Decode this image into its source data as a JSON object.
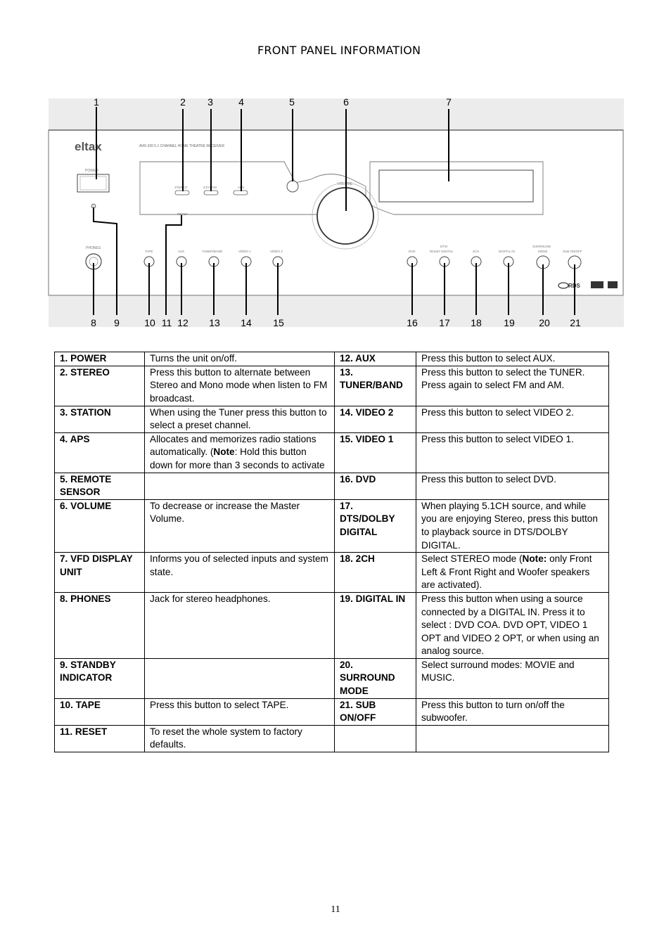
{
  "page": {
    "title": "FRONT PANEL INFORMATION",
    "page_number": "11"
  },
  "panel": {
    "brand": "eltax",
    "model": "AVR-320  5.1 CHANNEL HOME THEATRE RECEIVER",
    "labels": {
      "power": "POWER",
      "stereo": "STEREO",
      "station": "STATION",
      "aps": "APS",
      "reset": "RESET",
      "volume": "VOLUME",
      "phones": "PHONES",
      "tape": "TAPE",
      "aux": "AUX",
      "tuner_band": "TUNER/BAND",
      "video1": "VIDEO 1",
      "video2": "VIDEO 2",
      "dvd": "DVD",
      "dts_line1": "DTS/",
      "dts_line2": "DOLBY DIGITAL",
      "two_ch": "2CH",
      "digital_in": "DIGITAL IN",
      "surround_line1": "SURROUND",
      "surround_line2": "MODE",
      "sub": "SUB ON/OFF",
      "rds": "RDS"
    },
    "callouts": [
      "1",
      "2",
      "3",
      "4",
      "5",
      "6",
      "7",
      "8",
      "9",
      "10",
      "11",
      "12",
      "13",
      "14",
      "15",
      "16",
      "17",
      "18",
      "19",
      "20",
      "21"
    ]
  },
  "table": {
    "rows": [
      {
        "left_name": "1. POWER",
        "left_desc": "Turns the unit on/off.",
        "right_name": "12. AUX",
        "right_desc": "Press this button to select AUX."
      },
      {
        "left_name": "2. STEREO",
        "left_desc": "Press this button to alternate between Stereo and Mono mode when listen to FM broadcast.",
        "right_name": "13. TUNER/BAND",
        "right_desc": "Press this button to select the TUNER. Press again to select FM and AM."
      },
      {
        "left_name": "3. STATION",
        "left_desc": "When using the Tuner press this button to select a preset channel.",
        "right_name": "14. VIDEO 2",
        "right_desc": "Press this button to select VIDEO 2."
      },
      {
        "left_name": "4. APS",
        "left_desc_pre": "Allocates and memorizes radio stations automatically. (",
        "left_desc_bold": "Note",
        "left_desc_post": ": Hold this button down for more than 3 seconds to activate",
        "right_name": "15. VIDEO 1",
        "right_desc": "Press this button to select VIDEO 1."
      },
      {
        "left_name": "5. REMOTE SENSOR",
        "left_desc": "",
        "right_name": "16. DVD",
        "right_desc": "Press this button to select DVD."
      },
      {
        "left_name": "6. VOLUME",
        "left_desc": "To decrease or increase the Master Volume.",
        "right_name": "17. DTS/DOLBY DIGITAL",
        "right_desc": "When playing 5.1CH source, and while you are enjoying Stereo, press this button to playback source in DTS/DOLBY DIGITAL."
      },
      {
        "left_name": "7. VFD DISPLAY UNIT",
        "left_desc": "Informs you of selected inputs and system state.",
        "right_name": "18. 2CH",
        "right_desc_pre": "Select STEREO mode (",
        "right_desc_bold": "Note:",
        "right_desc_post": " only Front Left & Front Right and Woofer speakers are activated)."
      },
      {
        "left_name": "8. PHONES",
        "left_desc": "Jack for stereo headphones.",
        "right_name": "19. DIGITAL IN",
        "right_desc": "Press this button when using a source connected by a DIGITAL IN. Press it to select : DVD COA. DVD OPT, VIDEO 1 OPT and VIDEO 2 OPT, or when using an analog source."
      },
      {
        "left_name": "9. STANDBY INDICATOR",
        "left_desc": "",
        "right_name": "20. SURROUND MODE",
        "right_desc": "Select surround modes: MOVIE and MUSIC."
      },
      {
        "left_name": "10. TAPE",
        "left_desc": "Press this button to select TAPE.",
        "right_name": "21. SUB ON/OFF",
        "right_desc": "Press this button to turn on/off the subwoofer."
      },
      {
        "left_name": "11. RESET",
        "left_desc": "To reset the whole system to factory defaults.",
        "right_name": "",
        "right_desc": ""
      }
    ]
  }
}
